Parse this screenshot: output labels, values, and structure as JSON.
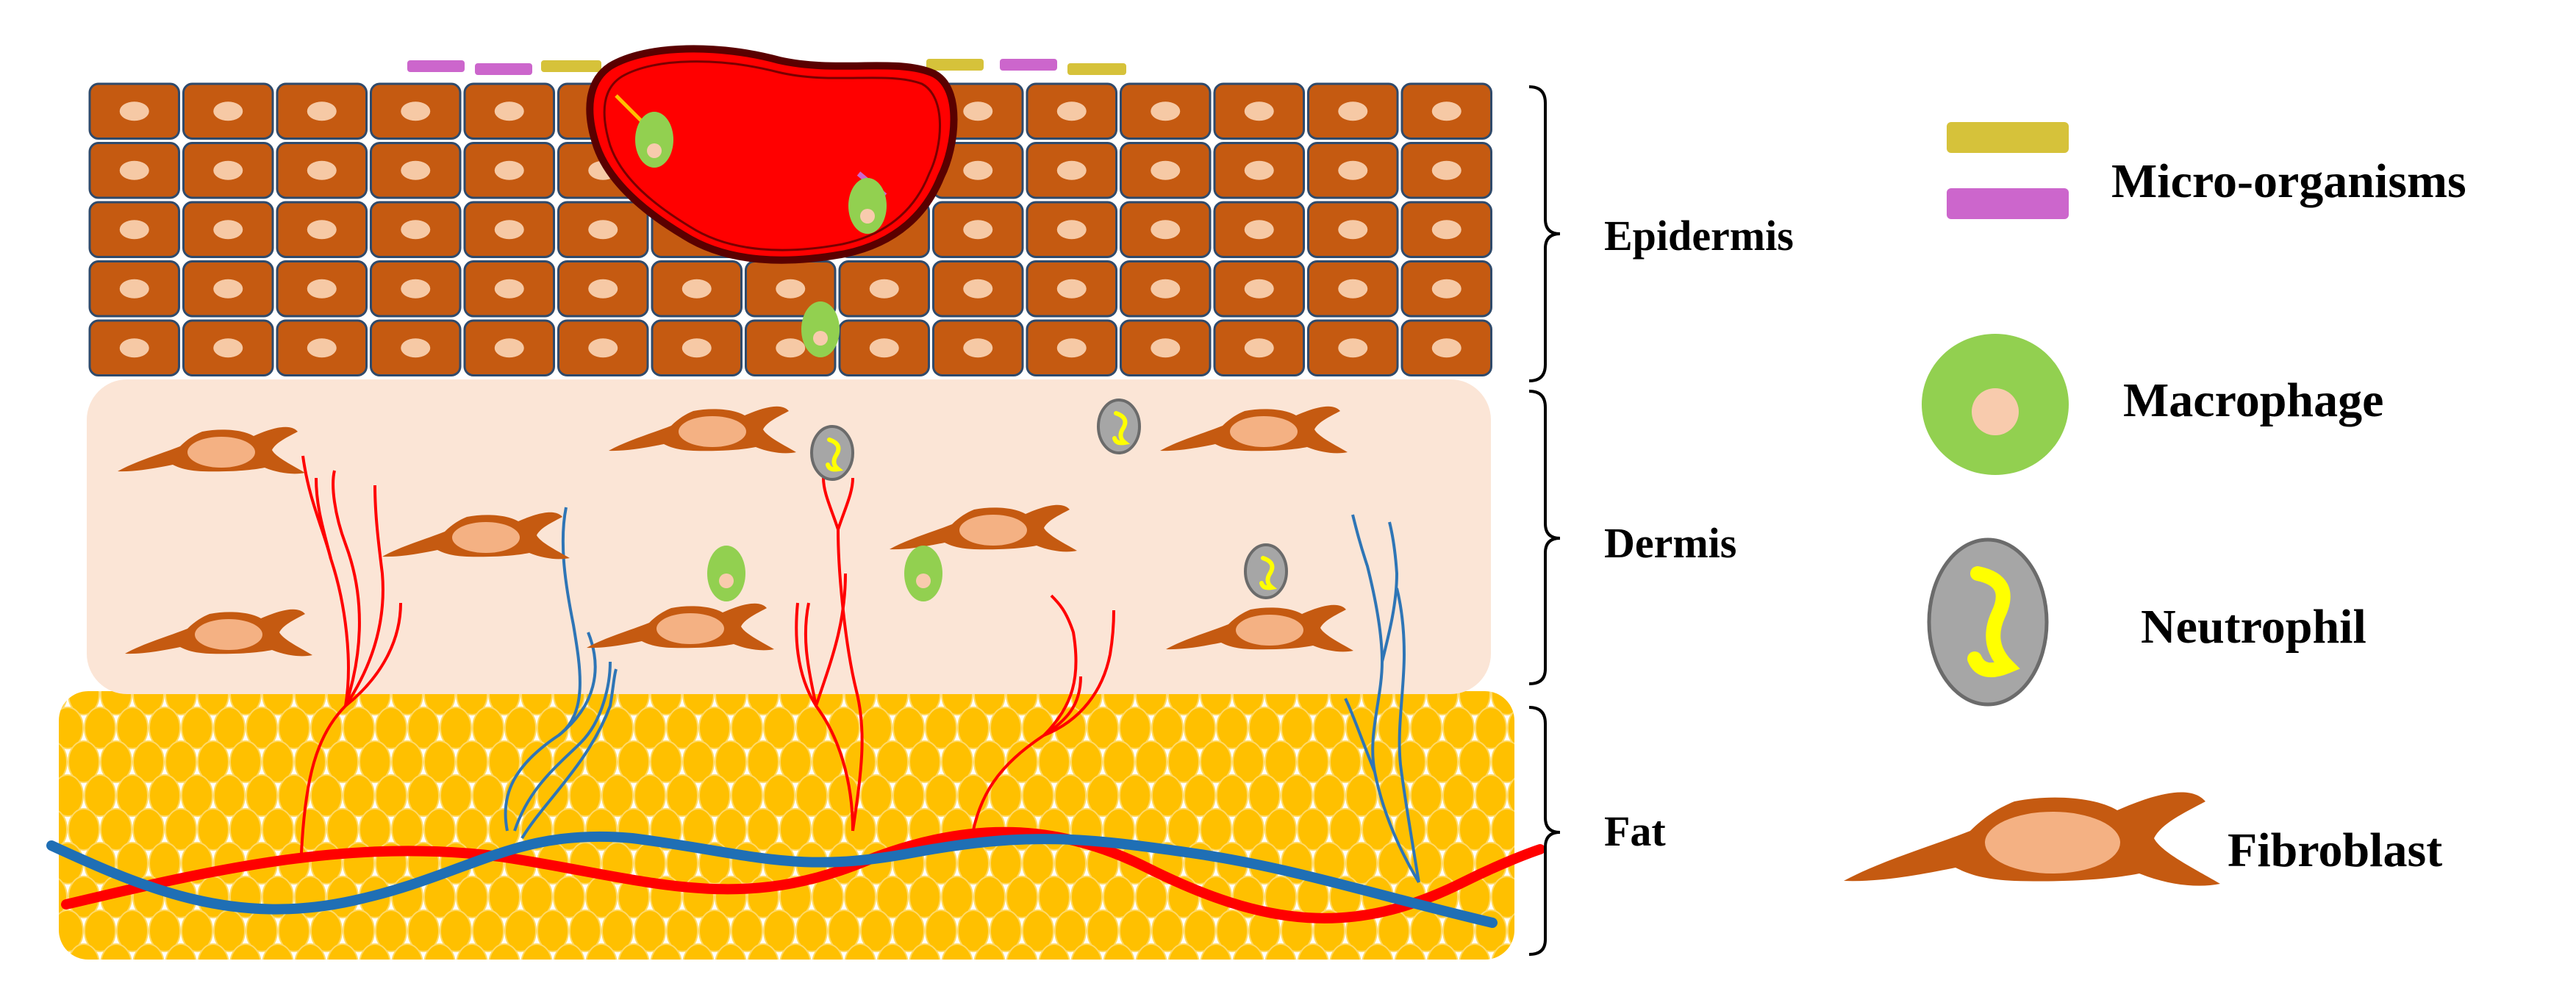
{
  "layers": [
    {
      "id": "epidermis",
      "label": "Epidermis"
    },
    {
      "id": "dermis",
      "label": "Dermis"
    },
    {
      "id": "fat",
      "label": "Fat"
    }
  ],
  "legend": [
    {
      "id": "micro-organisms",
      "label": "Micro-organisms"
    },
    {
      "id": "macrophage",
      "label": "Macrophage"
    },
    {
      "id": "neutrophil",
      "label": "Neutrophil"
    },
    {
      "id": "fibroblast",
      "label": "Fibroblast"
    }
  ],
  "colors": {
    "keratinocyte": "#c55a11",
    "keratinocyte_outline": "#2f4a6b",
    "keratinocyte_nucleus": "#f6c9a5",
    "dermis_bg": "#fbe5d6",
    "fat_cell": "#ffc000",
    "fat_outline": "#ffd966",
    "wound_clot": "#ff0000",
    "wound_outline": "#5a0000",
    "macrophage": "#92d050",
    "macrophage_nucleus": "#f8cbad",
    "neutrophil": "#a6a6a6",
    "neutrophil_nucleus": "#ffff00",
    "fibroblast": "#c55a11",
    "fibroblast_nucleus": "#f4b183",
    "microbe_yellow": "#d6c23a",
    "microbe_purple": "#cc66cc",
    "artery": "#ff0000",
    "vein": "#2e75b6",
    "artery_big": "#ff0000",
    "vein_big": "#1f6fb5"
  }
}
